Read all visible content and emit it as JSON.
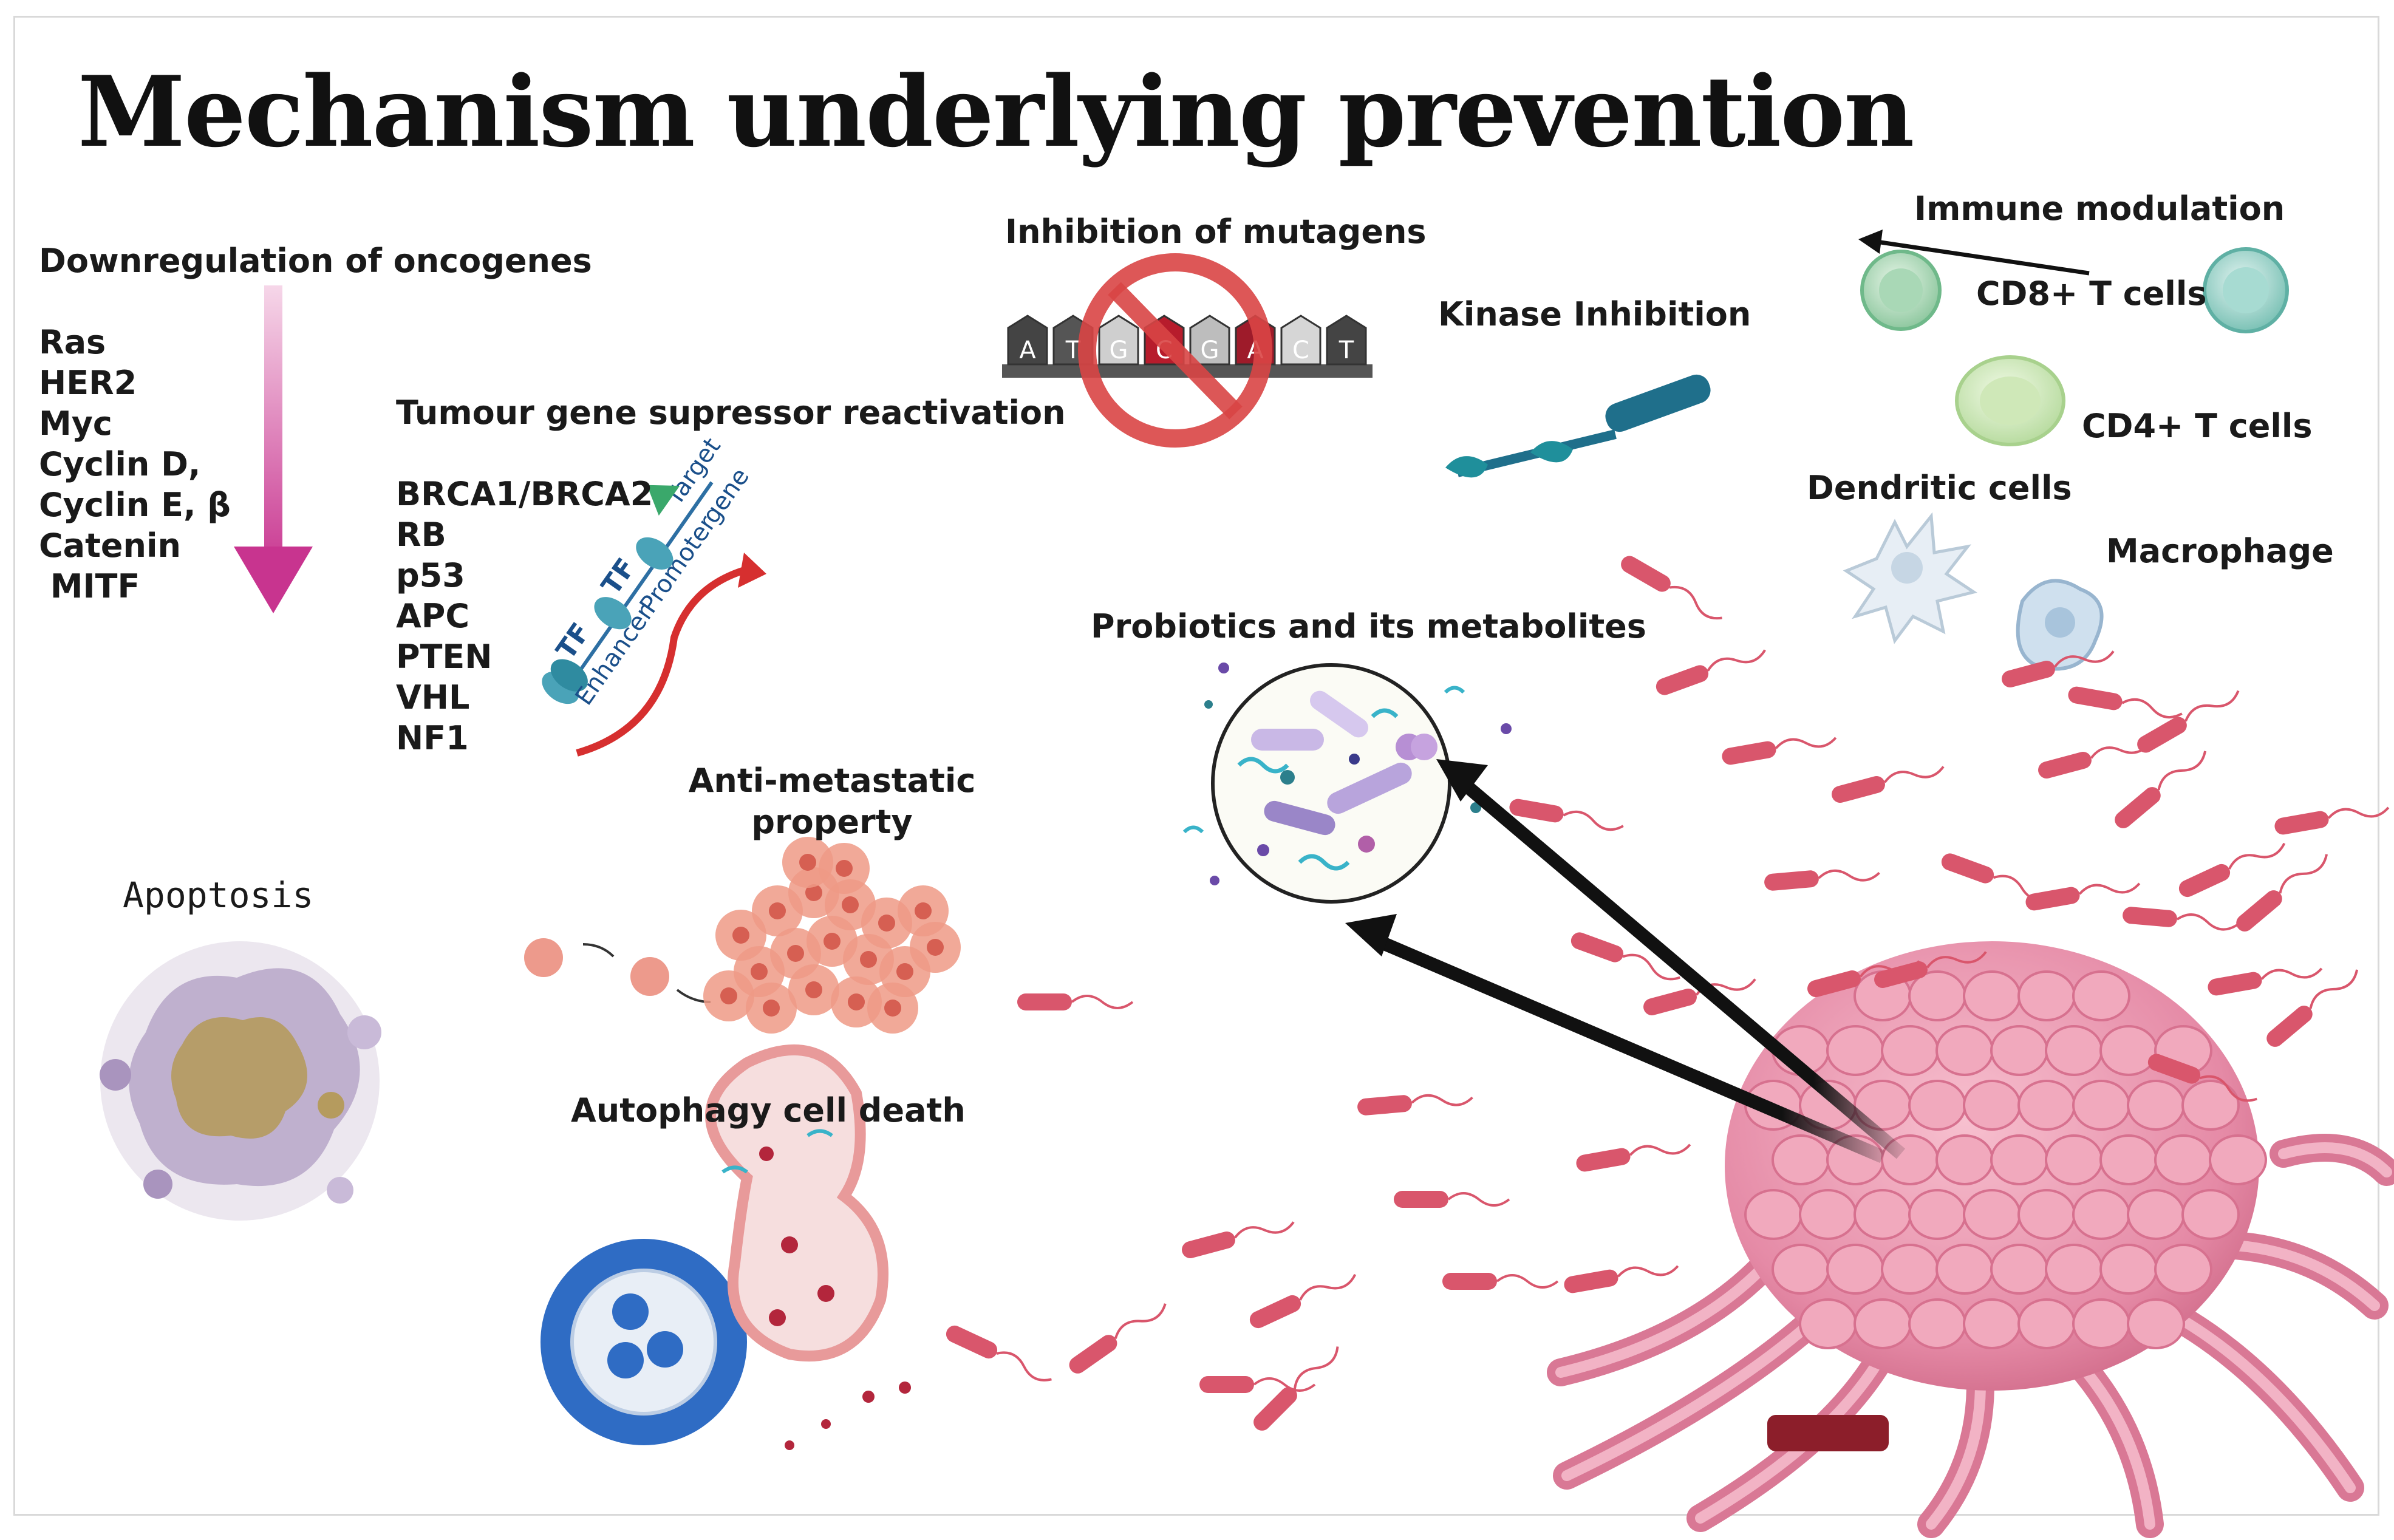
{
  "title": "Mechanism underlying prevention",
  "oncogenes": {
    "heading": "Downregulation of oncogenes",
    "items": [
      "Ras",
      "HER2",
      "Myc",
      "Cyclin D,",
      "Cyclin E, β",
      "Catenin",
      " MITF"
    ]
  },
  "suppressors": {
    "heading": "Tumour gene supressor reactivation",
    "items": [
      "BRCA1/BRCA2",
      "RB",
      "p53",
      "APC",
      "PTEN",
      "VHL",
      "NF1"
    ],
    "diagram_labels": {
      "tf": "TF",
      "enhancer": "Enhancer",
      "promoter": "Promoter",
      "target": "Target",
      "gene": "gene"
    }
  },
  "mutagens": {
    "heading": "Inhibition of mutagens",
    "bases": [
      "A",
      "T",
      "G",
      "C",
      "G",
      "A",
      "C",
      "T"
    ]
  },
  "kinase": {
    "heading": "Kinase Inhibition"
  },
  "immune": {
    "heading": "Immune modulation",
    "cd8": "CD8+ T cells",
    "cd4": "CD4+ T cells",
    "dendritic": "Dendritic cells",
    "macrophage": "Macrophage"
  },
  "probiotics": {
    "heading": "Probiotics and its metabolites"
  },
  "antimetastatic": {
    "line1": "Anti-metastatic",
    "line2": "property"
  },
  "apoptosis": {
    "heading": "Apoptosis"
  },
  "autophagy": {
    "heading": "Autophagy cell death"
  },
  "colors": {
    "oncogene_arrow": "#c8348f",
    "tumor": "#e58aa6",
    "bacteria": "#d9566c",
    "no_sign": "#d94545",
    "kinase": "#1f6f8b",
    "autophagy_blue": "#2f6cc4"
  }
}
